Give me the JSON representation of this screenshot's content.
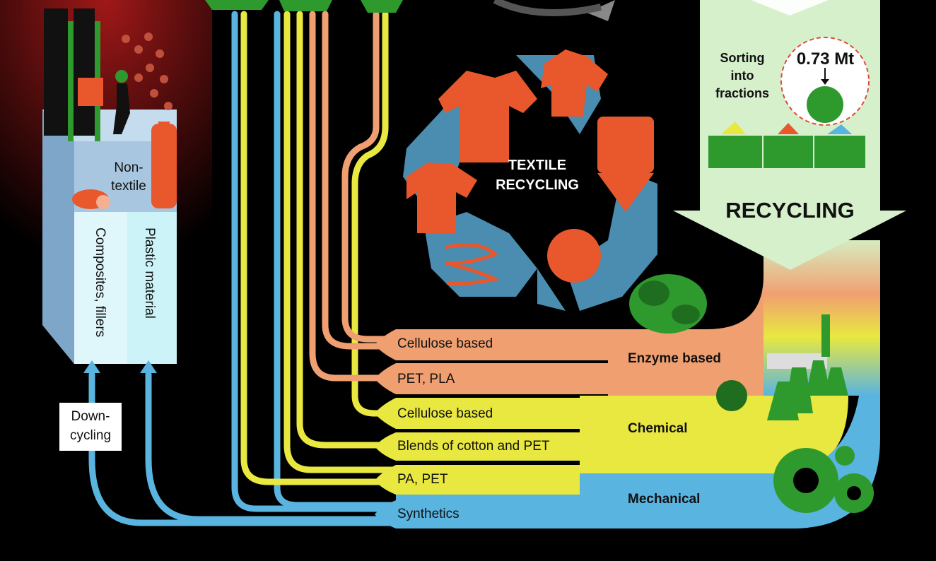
{
  "diagram": {
    "center_title": [
      "TEXTILE",
      "RECYCLING"
    ],
    "recycling_panel": {
      "heading": "RECYCLING",
      "sorting_text": [
        "Sorting",
        "into",
        "fractions"
      ],
      "amount": "0.73 Mt"
    },
    "non_textile_box": {
      "top_label": [
        "Non-",
        "textile"
      ],
      "column_left": "Composites, fillers",
      "column_right": "Plastic material"
    },
    "downcycling": [
      "Down-",
      "cycling"
    ],
    "flows": [
      {
        "label": "Cellulose based",
        "group": "Enzyme based",
        "color": "#f0a070"
      },
      {
        "label": "PET, PLA",
        "group": "Enzyme based",
        "color": "#f0a070"
      },
      {
        "label": "Cellulose based",
        "group": "Chemical",
        "color": "#e8e840"
      },
      {
        "label": "Blends of cotton and PET",
        "group": "Chemical",
        "color": "#e8e840"
      },
      {
        "label": "PA, PET",
        "group": "Chemical",
        "color": "#e8e840"
      },
      {
        "label": "Synthetics",
        "group": "Mechanical",
        "color": "#5ab4e0"
      }
    ],
    "methods": [
      "Enzyme based",
      "Chemical",
      "Mechanical"
    ],
    "colors": {
      "enzyme": "#f0a070",
      "chemical": "#e8e840",
      "mechanical": "#5ab4e0",
      "recycling_panel": "#d6f0cc",
      "shirts": "#e8582c",
      "arrows": "#4a8db0",
      "accent_green": "#2e9a2e"
    }
  }
}
